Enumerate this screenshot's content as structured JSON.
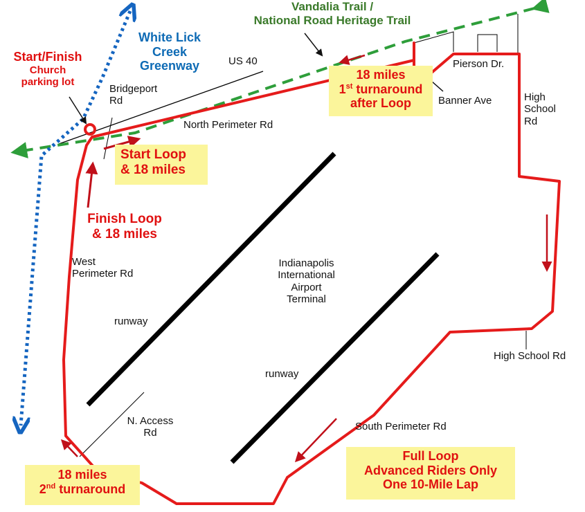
{
  "colors": {
    "route": "#e51b1b",
    "greenway": "#1565c0",
    "trail": "#2e9e3a",
    "runway": "#000000",
    "note_bg": "#fbf59b",
    "turnaround": "#f39c2a"
  },
  "labels": {
    "trail_line1": "Vandalia Trail /",
    "trail_line2": "National Road Heritage Trail",
    "greenway_line1": "White Lick",
    "greenway_line2": "Creek",
    "greenway_line3": "Greenway",
    "start_finish": "Start/Finish",
    "church_line1": "Church",
    "church_line2": "parking lot",
    "us40": "US 40",
    "bridgeport_line1": "Bridgeport",
    "bridgeport_line2": "Rd",
    "north_perimeter": "North Perimeter Rd",
    "pierson": "Pierson Dr.",
    "banner": "Banner Ave",
    "high_school_line1": "High",
    "high_school_line2": "School",
    "high_school_line3": "Rd",
    "high_school_rd": "High School Rd",
    "west_line1": "West",
    "west_line2": "Perimeter Rd",
    "terminal_line1": "Indianapolis",
    "terminal_line2": "International",
    "terminal_line3": "Airport",
    "terminal_line4": "Terminal",
    "runway_1": "runway",
    "runway_2": "runway",
    "north_access_line1": "N. Access",
    "north_access_line2": "Rd",
    "south_perimeter": "South Perimeter Rd",
    "finish_loop_line1": "Finish Loop",
    "finish_loop_line2": "& 18 miles"
  },
  "notes": {
    "start_loop_line1": "Start Loop",
    "start_loop_line2": "& 18 miles",
    "turn1_line1": "18 miles",
    "turn1_sup": "st",
    "turn1_num": "1",
    "turn1_line2": " turnaround",
    "turn1_line3": "after Loop",
    "turn2_line1": "18 miles",
    "turn2_num": "2",
    "turn2_sup": "nd",
    "turn2_line2": " turnaround",
    "full_line1": "Full Loop",
    "full_line2": "Advanced Riders Only",
    "full_line3": "One 10-Mile Lap"
  }
}
